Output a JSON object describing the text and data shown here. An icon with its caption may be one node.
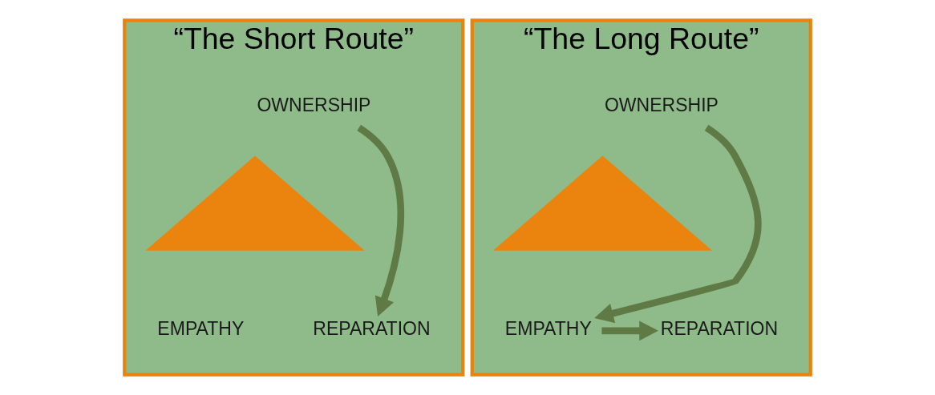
{
  "diagram": {
    "nodes": [
      {
        "text": [
          "“The Short Route”"
        ]
      },
      {
        "text": [
          "OWNERSHIP"
        ],
        "in": 0
      },
      {
        "text": [],
        "shape": "triangle",
        "in": 0
      },
      {
        "text": [
          "EMPATHY"
        ],
        "in": 0
      },
      {
        "text": [
          "REPARATION"
        ],
        "in": 0
      },
      {
        "text": [
          "“The Long Route”"
        ]
      },
      {
        "text": [
          "OWNERSHIP"
        ],
        "in": 5
      },
      {
        "text": [],
        "shape": "triangle",
        "in": 5
      },
      {
        "text": [
          "EMPATHY"
        ],
        "in": 5
      },
      {
        "text": [
          "REPARATION"
        ],
        "in": 5
      }
    ],
    "edges": [
      {
        "from": 1,
        "to": 4,
        "arrow": "to"
      },
      {
        "from": 6,
        "to": 8,
        "arrow": "to"
      },
      {
        "from": 8,
        "to": 9,
        "arrow": "to"
      }
    ]
  }
}
